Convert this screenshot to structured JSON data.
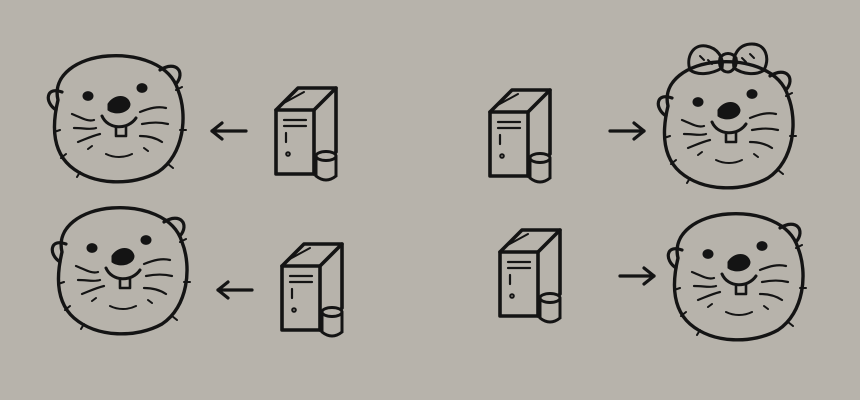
{
  "background": "#b7b3ab",
  "ink": "#141414",
  "paper_stroke": "#141414",
  "rows": [
    {
      "left": {
        "server": "server-icon",
        "arrow": "arrow-left",
        "otter": "otter-face-plain"
      },
      "right": {
        "server": "server-icon",
        "arrow": "arrow-right",
        "otter": "otter-face-with-bow"
      }
    },
    {
      "left": {
        "server": "server-icon",
        "arrow": "arrow-left",
        "otter": "otter-face-plain"
      },
      "right": {
        "server": "server-icon",
        "arrow": "arrow-right",
        "otter": "otter-face-plain"
      }
    }
  ]
}
